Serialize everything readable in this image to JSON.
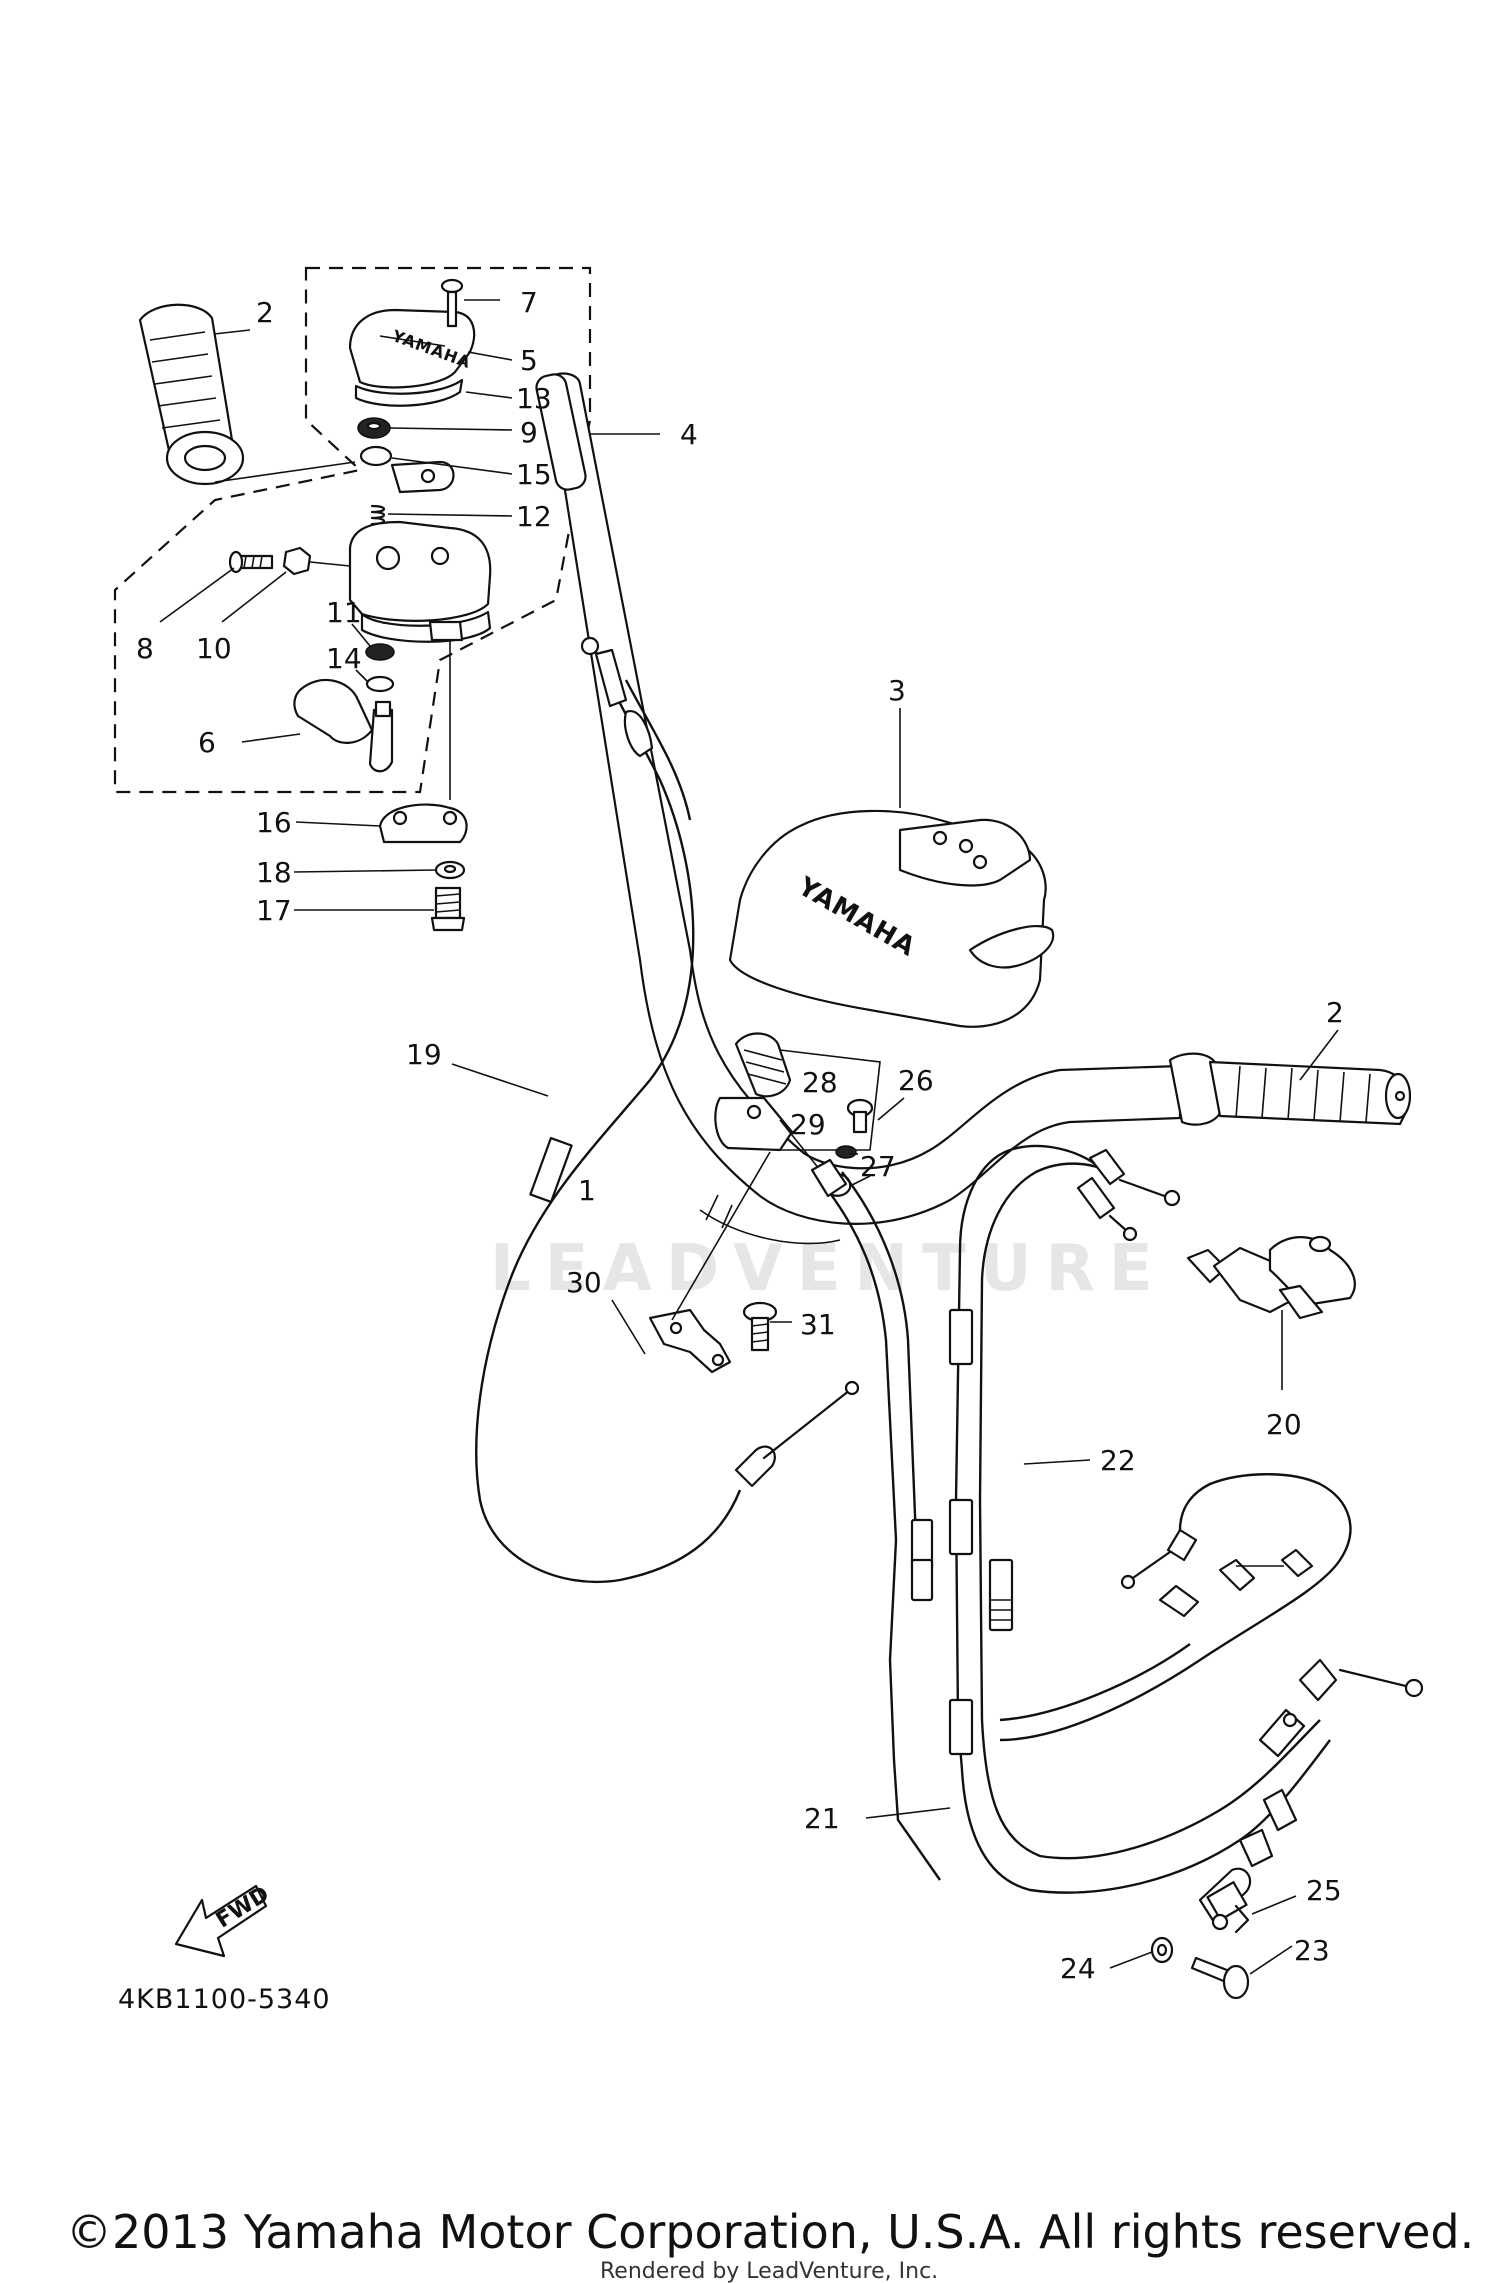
{
  "diagram_code": "4KB1100-5340",
  "copyright": "©2013 Yamaha Motor Corporation, U.S.A. All rights reserved.",
  "rendered_by": "Rendered by LeadVenture, Inc.",
  "watermark": "LEADVENTURE",
  "fwd_label": "FWD",
  "brand_marks": [
    "YAMAHA",
    "YAMAHA"
  ],
  "callouts": [
    "1",
    "2",
    "2",
    "3",
    "4",
    "5",
    "6",
    "7",
    "8",
    "9",
    "10",
    "11",
    "12",
    "13",
    "14",
    "15",
    "16",
    "17",
    "18",
    "19",
    "20",
    "21",
    "22",
    "23",
    "24",
    "25",
    "26",
    "27",
    "28",
    "29",
    "30",
    "31"
  ]
}
